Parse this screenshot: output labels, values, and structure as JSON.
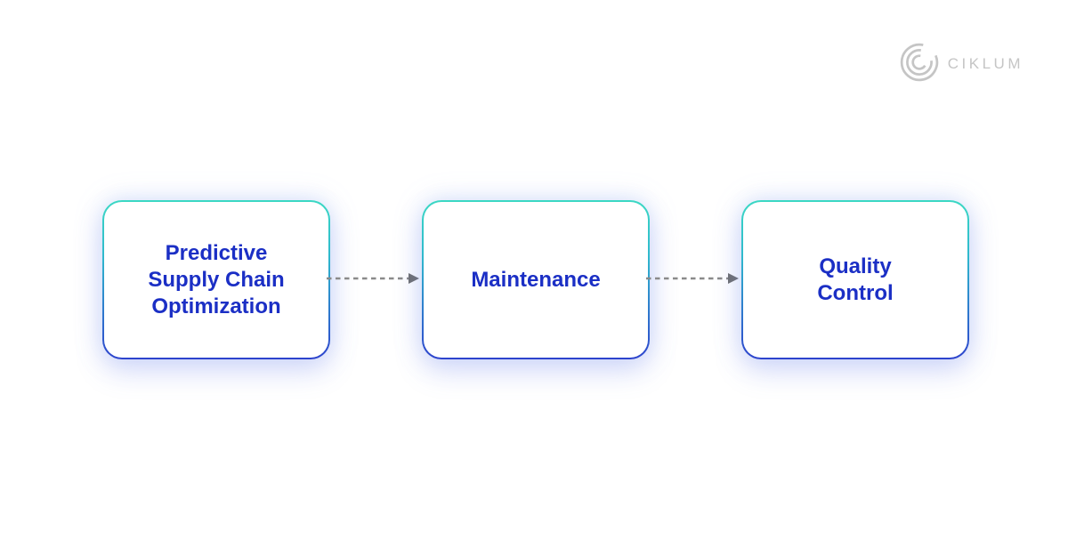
{
  "logo": {
    "brand": "CIKLUM",
    "icon": "ciklum-arcs-icon",
    "text_color": "#c5c5c5"
  },
  "diagram": {
    "nodes": [
      {
        "label": "Predictive Supply Chain Optimization",
        "lines": [
          "Predictive",
          "Supply Chain",
          "Optimization"
        ]
      },
      {
        "label": "Maintenance",
        "lines": [
          "Maintenance"
        ]
      },
      {
        "label": "Quality Control",
        "lines": [
          "Quality",
          "Control"
        ]
      }
    ],
    "connectors": [
      {
        "from": "Predictive Supply Chain Optimization",
        "to": "Maintenance",
        "style": "dashed-arrow"
      },
      {
        "from": "Maintenance",
        "to": "Quality Control",
        "style": "dashed-arrow"
      }
    ],
    "colors": {
      "node_text": "#1b2fc5",
      "border_gradient_top": "#3bd8c4",
      "border_gradient_bottom": "#2d43cd",
      "arrow_dash": "#8a8a8a",
      "arrow_head": "#6e6e6e",
      "glow": "#dfe5fb",
      "background": "#ffffff"
    }
  }
}
